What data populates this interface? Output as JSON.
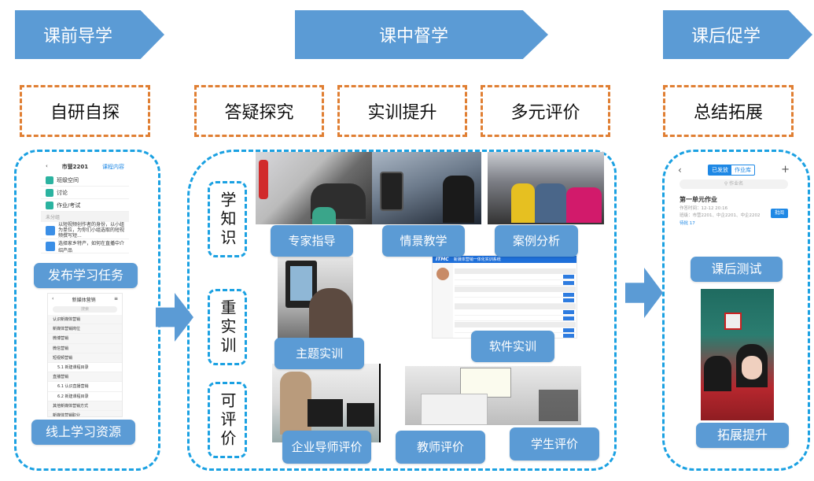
{
  "phases": [
    {
      "label": "课前导学"
    },
    {
      "label": "课中督学"
    },
    {
      "label": "课后促学"
    }
  ],
  "stages": [
    {
      "label": "自研自探"
    },
    {
      "label": "答疑探究"
    },
    {
      "label": "实训提升"
    },
    {
      "label": "多元评价"
    },
    {
      "label": "总结拓展"
    }
  ],
  "pre_class": {
    "task_pill": "发布学习任务",
    "resource_pill": "线上学习资源",
    "phone1": {
      "title": "市营2201",
      "action": "课程内容",
      "items": [
        "班级空间",
        "讨论",
        "作业/考试"
      ],
      "section": "未分组",
      "posts": [
        "以短视频创作者的身份，以小组为单位，为你们小组选取的短视频撰写短...",
        "选择家乡特产，如何在直播中介绍产品"
      ]
    },
    "phone2": {
      "title": "新媒体营销",
      "search_placeholder": "搜索",
      "chapters": [
        "认识新媒体营销",
        "新媒体营销岗位",
        "微博营销",
        "微信营销",
        "短视频营销",
        "5.1 新建课程目录",
        "直播营销",
        "6.1 认识直播营销",
        "6.2 新建课程目录",
        "其他新媒体营销方式",
        "新媒体营销职业"
      ]
    }
  },
  "in_class": {
    "side_labels": [
      "学知识",
      "重实训",
      "可评价"
    ],
    "pills": [
      "专家指导",
      "情景教学",
      "案例分析",
      "主题实训",
      "软件实训",
      "企业导师评价",
      "教师评价",
      "学生评价"
    ],
    "software": {
      "logo": "ITMC",
      "title": "新媒体营销一体化实训系统"
    }
  },
  "post_class": {
    "test_pill": "课后测试",
    "extend_pill": "拓展提升",
    "homework": {
      "tabs": [
        "已发放",
        "作业库"
      ],
      "search_placeholder": "作业名",
      "title": "第一单元作业",
      "time": "作答时间：12-12 20:16",
      "classes": "班级：市营2201、中企2201、中企2202",
      "pending": "待批 17",
      "review_button": "批阅"
    }
  },
  "colors": {
    "accent": "#5b9bd5",
    "stage_border": "#e07f33",
    "region_border": "#1ba1e2"
  }
}
